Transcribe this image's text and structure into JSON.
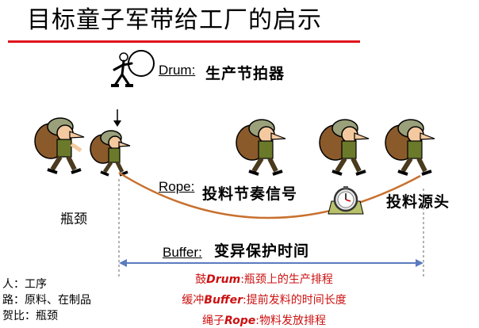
{
  "title": "目标童子军带给工厂的启示",
  "drum": {
    "label": "Drum",
    "colon": ":",
    "meaning": "生产节拍器"
  },
  "rope": {
    "label": "Rope",
    "colon": ":",
    "meaning": "投料节奏信号"
  },
  "buffer": {
    "label": "Buffer",
    "colon": ":",
    "meaning": "变异保护时间"
  },
  "bottleneck_label": "瓶颈",
  "source_label": "投料源头",
  "legend": [
    "人：工序",
    "路：原料、在制品",
    "贺比：瓶颈"
  ],
  "definitions": [
    {
      "prefix": "鼓",
      "term": "Drum",
      "text": ":瓶颈上的生产排程"
    },
    {
      "prefix": "缓冲",
      "term": "Buffer",
      "text": ":提前发料的时间长度"
    },
    {
      "prefix": "绳子",
      "term": "Rope",
      "text": ":物料发放排程"
    }
  ],
  "colors": {
    "title_rule": "#e0141c",
    "rope": "#c8702e",
    "buffer_arrow": "#5b7bbf",
    "definitions_text": "#cc1111"
  }
}
